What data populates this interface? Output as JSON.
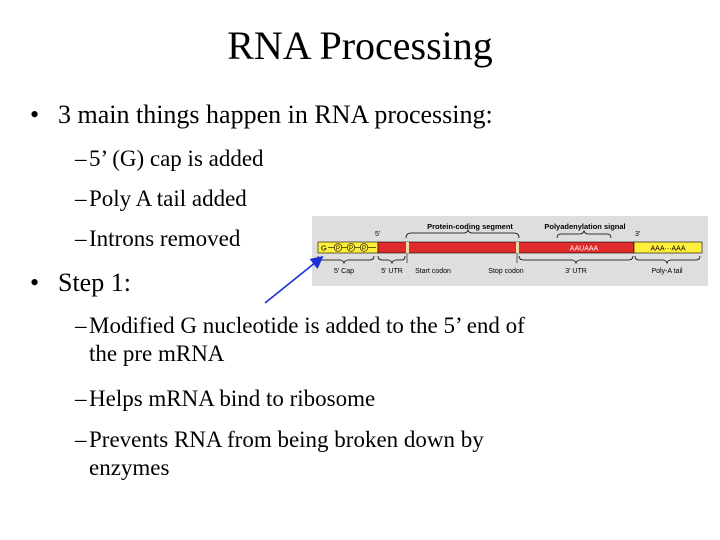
{
  "slide": {
    "title": "RNA Processing",
    "bullets": [
      {
        "text": "3 main things happen in RNA processing:",
        "sub": [
          "5’ (G) cap is added",
          "Poly A tail added",
          "Introns removed"
        ]
      },
      {
        "text": "Step 1:",
        "sub": [
          "Modified G nucleotide is added to the 5’ end of",
          "the pre mRNA",
          "Helps mRNA bind to ribosome",
          "Prevents RNA from being broken down by",
          "enzymes"
        ]
      }
    ]
  },
  "diagram": {
    "top_labels": [
      "5'",
      "Protein-coding segment",
      "Polyadenylation signal",
      "3'"
    ],
    "cap_text": "G",
    "phosphates": [
      "P",
      "P",
      "P"
    ],
    "signal_seq": "AAUAAA",
    "polya_seq": "AAA···AAA",
    "bottom_labels": [
      "5' Cap",
      "5' UTR",
      "Start codon",
      "Stop codon",
      "3' UTR",
      "Poly-A tail"
    ],
    "colors": {
      "background": "#dedede",
      "cap": "#ffef3c",
      "coding": "#e02b2b",
      "tail": "#ffef3c",
      "arrow": "#1c2fd6"
    }
  }
}
